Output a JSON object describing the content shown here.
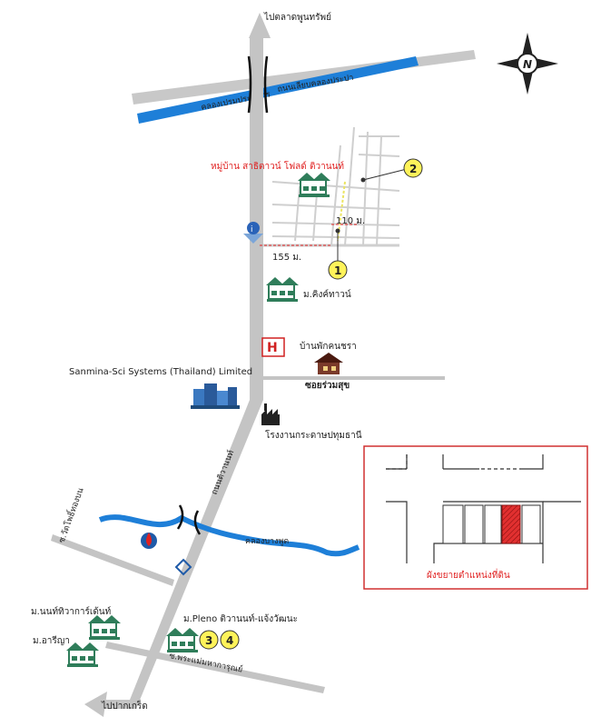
{
  "labels": {
    "north_destination": "ไปตลาดพูนทรัพย์",
    "south_destination": "ไปปากเกร็ด",
    "canal_prapa": "คลองเปรมประชากร",
    "road_prapa": "ถนนเลียบคลองประปา",
    "village_main": "หมู่บ้าน สาธิตาวน์ โฟลด์ ติวานนท์",
    "dist_110": "110 ม.",
    "dist_155": "155 ม.",
    "village_king": "ม.คิงค์ทาวน์",
    "nursing_home": "บ้านพักคนชรา",
    "soi_ruamsuk": "ซอยร่วมสุข",
    "sanmina": "Sanmina-Sci Systems (Thailand) Limited",
    "paper_factory": "โรงงานกระดาษปทุมธานี",
    "road_tiwanon": "ถนนติวานนท์",
    "canal_bangphut": "คลองบางพูด",
    "soi_wat": "ซ.วัดโพธิ์ทองบน",
    "village_nonthawiwat": "ม.นนท์ทิวาการ์เด้นท์",
    "village_areeya": "ม.อารีญา",
    "village_pleno": "ม.Pleno ติวานนท์-แจ้งวัฒนะ",
    "soi_phramae": "ซ.พระแม่มหาการุณย์",
    "inset_caption": "ผังขยายตำแหน่งที่ดิน",
    "compass_letter": "N"
  },
  "markers": [
    "1",
    "2",
    "3",
    "4"
  ],
  "icons": {
    "compass": "compass-rose-icon",
    "honda": "honda-logo-icon",
    "house": "house-icon",
    "factory": "factory-icon",
    "building": "office-building-icon",
    "temple": "temple-icon",
    "gas_ptt": "ptt-station-icon",
    "bridge": "bridge-icon",
    "info": "info-pin-icon"
  },
  "colors": {
    "road": "#c4c4c4",
    "canal": "#1e7fd8",
    "label_red": "#e02020",
    "marker_yellow": "#fff35a",
    "plot_red": "#e23030",
    "house_green": "#2f7d5a"
  }
}
